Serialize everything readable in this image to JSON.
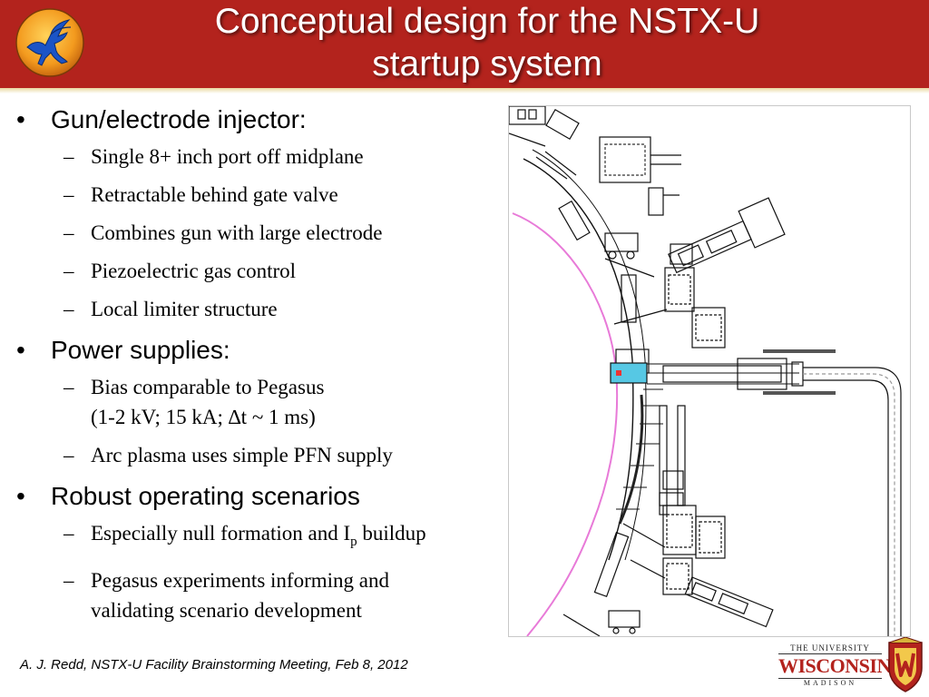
{
  "header": {
    "title_line1": "Conceptual design for the NSTX-U",
    "title_line2": "startup system",
    "logo_icon": "pegasus-logo-icon",
    "bar_color": "#b3231d",
    "accent_color": "#d8b33a"
  },
  "content": {
    "sections": [
      {
        "label": "Gun/electrode injector:",
        "items": [
          "Single 8+ inch port off midplane",
          "Retractable behind gate valve",
          "Combines gun with large electrode",
          "Piezoelectric gas control",
          "Local limiter structure"
        ]
      },
      {
        "label": "Power supplies:",
        "items": [
          "Bias comparable to Pegasus",
          "(1-2 kV; 15 kA; ∆t ~ 1 ms)",
          "Arc plasma uses simple PFN supply"
        ]
      },
      {
        "label": "Robust operating scenarios",
        "items": [
          "Especially null formation and I",
          "p",
          " buildup",
          "Pegasus experiments informing and",
          "validating scenario development"
        ]
      }
    ],
    "bullet": "•",
    "dash": "–"
  },
  "figure": {
    "icon": "nstx-u-injector-drawing-icon",
    "plasma_boundary_color": "#e87ad8",
    "injector_color": "#56c8e4"
  },
  "footer": {
    "citation": "A. J. Redd, NSTX-U Facility Brainstorming Meeting, Feb 8, 2012",
    "logo_top": "THE UNIVERSITY",
    "logo_mid": "WISCONSIN",
    "logo_bot": "MADISON",
    "crest_icon": "uw-crest-icon",
    "brand_color": "#b3231d"
  }
}
